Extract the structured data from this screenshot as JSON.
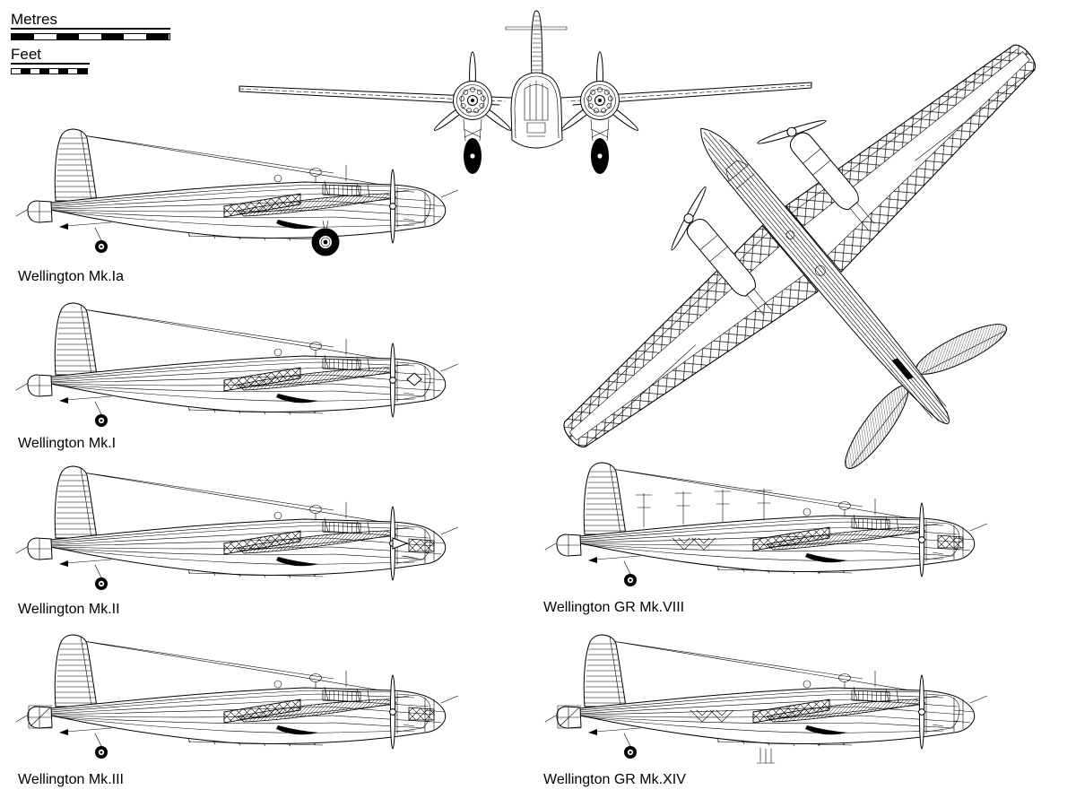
{
  "legend": {
    "metres": "Metres",
    "feet": "Feet"
  },
  "aircraft": [
    {
      "label": "Wellington Mk.Ia"
    },
    {
      "label": "Wellington Mk.I"
    },
    {
      "label": "Wellington Mk.II"
    },
    {
      "label": "Wellington Mk.III"
    },
    {
      "label": "Wellington GR Mk.VIII"
    },
    {
      "label": "Wellington GR Mk.XIV"
    }
  ],
  "colors": {
    "ink": "#000000",
    "paper": "#ffffff"
  }
}
